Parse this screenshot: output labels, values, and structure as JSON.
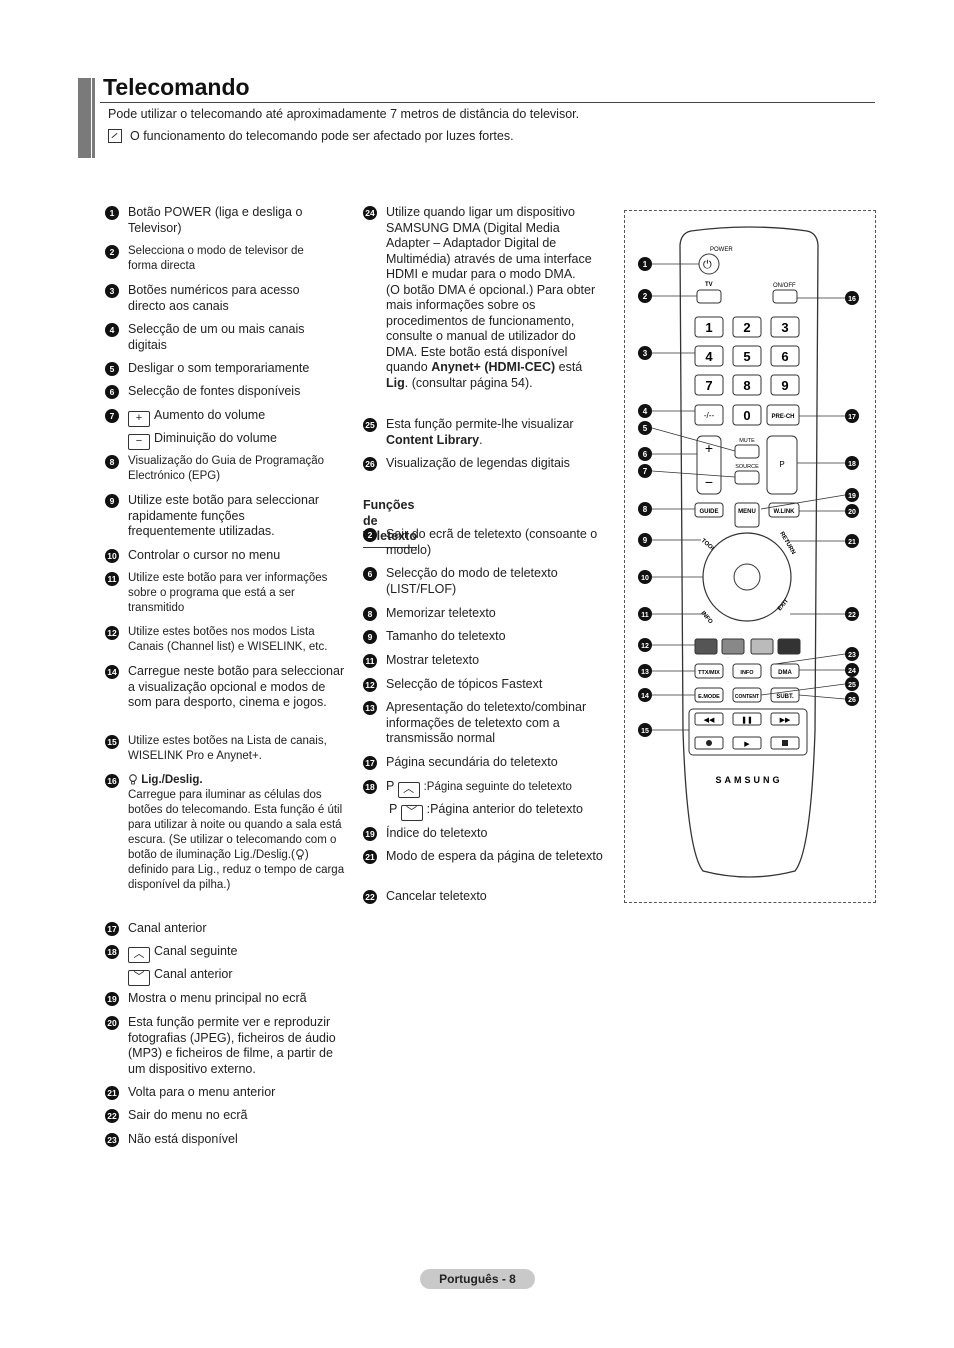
{
  "header": {
    "title": "Telecomando",
    "intro": "Pode utilizar o telecomando até aproximadamente 7 metros de distância do televisor.",
    "note": "O funcionamento do telecomando pode ser afectado por luzes fortes."
  },
  "left_items": [
    {
      "n": "1",
      "text": "Botão POWER (liga e desliga o Televisor)"
    },
    {
      "n": "2",
      "text": "Selecciona o modo de televisor de forma directa"
    },
    {
      "n": "3",
      "text": "Botões numéricos para acesso directo aos canais"
    },
    {
      "n": "4",
      "text": "Selecção de um ou mais canais digitais"
    },
    {
      "n": "5",
      "text": "Desligar o som temporariamente"
    },
    {
      "n": "6",
      "text": "Selecção de fontes disponíveis"
    },
    {
      "n": "7",
      "text": "Aumento do volume",
      "text2": "Diminuição do volume"
    },
    {
      "n": "8",
      "text": "Visualização do Guia de Programação Electrónico (EPG)"
    },
    {
      "n": "9",
      "text": "Utilize este botão para seleccionar rapidamente funções frequentemente utilizadas."
    },
    {
      "n": "10",
      "text": "Controlar o cursor no menu"
    },
    {
      "n": "11",
      "text": "Utilize este botão para ver informações sobre o programa que está a ser transmitido"
    },
    {
      "n": "12",
      "text": "Utilize estes botões nos modos Lista Canais (Channel list) e WISELINK, etc."
    },
    {
      "n": "14",
      "text": "Carregue neste botão para seleccionar a visualização opcional e modos de som para desporto, cinema e jogos."
    },
    {
      "n": "15",
      "text": "Utilize estes botões na Lista de canais, WISELINK Pro e Anynet+."
    },
    {
      "n": "16",
      "heading": "Lig./Deslig.",
      "text": "Carregue para iluminar as células dos botões do telecomando. Esta função é útil para utilizar à noite ou quando a sala está escura. (Se utilizar o telecomando com o botão de iluminação Lig./Deslig.(",
      "text_after": ") definido para Lig., reduz o tempo de carga disponível da pilha.)"
    },
    {
      "n": "17",
      "text": "Canal anterior"
    },
    {
      "n": "18",
      "text": "Canal seguinte",
      "text2": "Canal anterior"
    },
    {
      "n": "19",
      "text": "Mostra o menu principal no ecrã"
    },
    {
      "n": "20",
      "text": "Esta função permite ver e reproduzir fotografias (JPEG), ficheiros de áudio (MP3) e ficheiros de filme, a partir de um dispositivo externo."
    },
    {
      "n": "21",
      "text": "Volta para o menu anterior"
    },
    {
      "n": "22",
      "text": "Sair do menu no ecrã"
    },
    {
      "n": "23",
      "text": "Não está disponível"
    }
  ],
  "mid_items": [
    {
      "n": "24",
      "text": "Utilize quando ligar um dispositivo SAMSUNG DMA (Digital Media Adapter – Adaptador Digital de Multimédia) através de uma interface HDMI e mudar para o modo DMA.",
      "text_b": "(O botão DMA é opcional.) Para obter mais informações sobre os procedimentos de funcionamento, consulte o manual de utilizador do DMA. Este botão está disponível quando ",
      "bold1": "Anynet+ (HDMI-CEC)",
      "text_c": " está ",
      "bold2": "Lig",
      "text_d": ". (consultar página 54)."
    },
    {
      "n": "25",
      "text": "Esta função permite-lhe visualizar ",
      "bold": "Content Library",
      "text_after": "."
    },
    {
      "n": "26",
      "text": "Visualização de legendas digitais"
    }
  ],
  "teletext": {
    "heading": "Funções de Teletexto",
    "items": [
      {
        "n": "2",
        "text": "Sair do ecrã de teletexto (consoante o modelo)"
      },
      {
        "n": "6",
        "text": "Selecção do modo de teletexto (LIST/FLOF)"
      },
      {
        "n": "8",
        "text": "Memorizar teletexto"
      },
      {
        "n": "9",
        "text": "Tamanho do teletexto"
      },
      {
        "n": "11",
        "text": "Mostrar teletexto"
      },
      {
        "n": "12",
        "text": "Selecção de tópicos Fastext"
      },
      {
        "n": "13",
        "text": "Apresentação do teletexto/combinar informações de teletexto com a transmissão normal"
      },
      {
        "n": "17",
        "text": "Página secundária do teletexto"
      },
      {
        "n": "18",
        "prefix": "P",
        "text": ":Página seguinte do teletexto",
        "prefix2": "P",
        "text2": ":Página anterior do teletexto"
      },
      {
        "n": "19",
        "text": "Índice do teletexto"
      },
      {
        "n": "21",
        "text": "Modo de espera da página de teletexto"
      },
      {
        "n": "22",
        "text": "Cancelar teletexto"
      }
    ]
  },
  "remote": {
    "power": "POWER",
    "tv": "TV",
    "onoff": "ON/OFF",
    "digits": [
      "1",
      "2",
      "3",
      "4",
      "5",
      "6",
      "7",
      "8",
      "9"
    ],
    "dash": "-/--",
    "zero": "0",
    "prech": "PRE-CH",
    "mute": "MUTE",
    "source": "SOURCE",
    "p": "P",
    "guide": "GUIDE",
    "menu": "MENU",
    "wlink": "W.LINK",
    "tools": "TOOLS",
    "return": "RETURN",
    "info": "INFO",
    "exit": "EXIT",
    "ttx": "TTX/MIX",
    "info2": "INFO",
    "dma": "DMA",
    "emode": "E.MODE",
    "content": "CONTENT",
    "subt": "SUBT.",
    "brand": "SAMSUNG",
    "callouts_left": [
      "1",
      "2",
      "3",
      "4",
      "5",
      "6",
      "7",
      "8",
      "9",
      "10",
      "11",
      "12",
      "13",
      "14",
      "15"
    ],
    "callouts_right": [
      "16",
      "17",
      "18",
      "19",
      "20",
      "21",
      "22",
      "23",
      "24",
      "25",
      "26"
    ]
  },
  "footer": {
    "page": "Português - 8"
  }
}
